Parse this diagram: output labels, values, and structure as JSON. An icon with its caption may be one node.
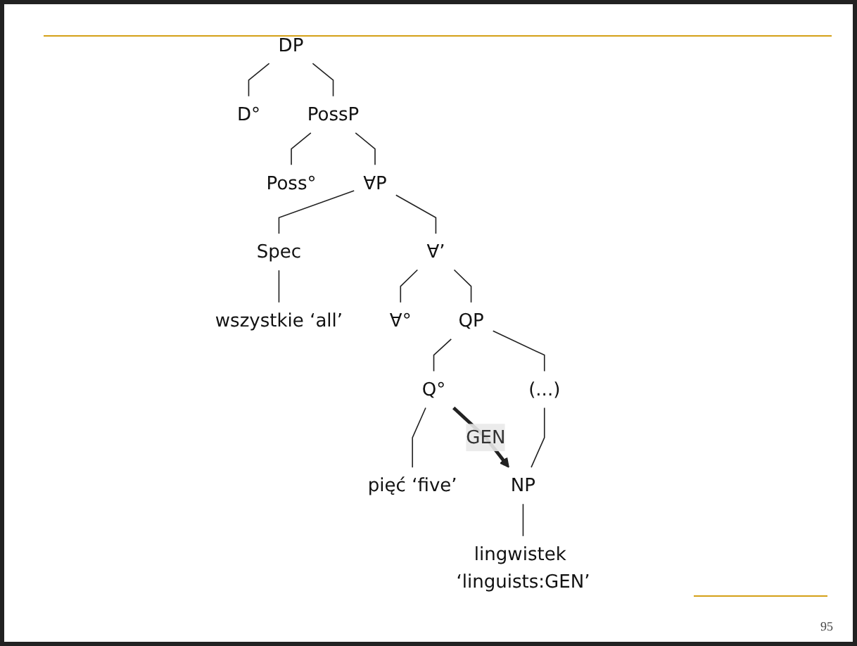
{
  "diagram": {
    "nodes": [
      {
        "text": [
          "DP"
        ]
      },
      {
        "text": [
          "D°"
        ]
      },
      {
        "text": [
          "PossP"
        ]
      },
      {
        "text": [
          "Poss°"
        ]
      },
      {
        "text": [
          "∀P"
        ]
      },
      {
        "text": [
          "Spec"
        ]
      },
      {
        "text": [
          "∀’"
        ]
      },
      {
        "text": [
          "wszystkie ‘all’"
        ]
      },
      {
        "text": [
          "∀°"
        ]
      },
      {
        "text": [
          "QP"
        ]
      },
      {
        "text": [
          "Q°"
        ]
      },
      {
        "text": [
          "(...)"
        ]
      },
      {
        "text": [
          "pięć ‘five’"
        ]
      },
      {
        "text": [
          "NP"
        ]
      },
      {
        "text": [
          "lingwistek ‘linguists:GEN’"
        ]
      }
    ],
    "edges": [
      {
        "from": 0,
        "to": 1,
        "arrow": "none"
      },
      {
        "from": 0,
        "to": 2,
        "arrow": "none"
      },
      {
        "from": 2,
        "to": 3,
        "arrow": "none"
      },
      {
        "from": 2,
        "to": 4,
        "arrow": "none"
      },
      {
        "from": 4,
        "to": 5,
        "arrow": "none"
      },
      {
        "from": 4,
        "to": 6,
        "arrow": "none"
      },
      {
        "from": 5,
        "to": 7,
        "arrow": "none"
      },
      {
        "from": 6,
        "to": 8,
        "arrow": "none"
      },
      {
        "from": 6,
        "to": 9,
        "arrow": "none"
      },
      {
        "from": 9,
        "to": 10,
        "arrow": "none"
      },
      {
        "from": 9,
        "to": 11,
        "arrow": "none"
      },
      {
        "from": 10,
        "to": 12,
        "arrow": "none"
      },
      {
        "from": 11,
        "to": 13,
        "arrow": "none"
      },
      {
        "from": 13,
        "to": 14,
        "arrow": "none"
      },
      {
        "from": 10,
        "to": 13,
        "arrow": "to",
        "label": "GEN",
        "style": "thick"
      }
    ],
    "labels": [
      "95"
    ]
  }
}
